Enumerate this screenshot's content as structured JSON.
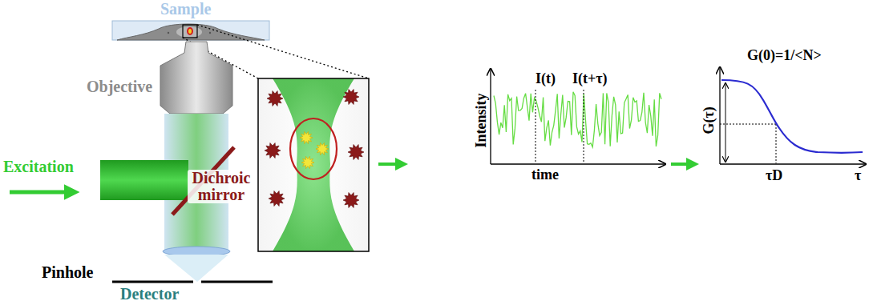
{
  "diagram": {
    "labels": [
      "Sample",
      "Objective",
      "Excitation",
      "Dichroic mirror",
      "Pinhole",
      "Detector",
      "I(t)",
      "I(t+τ)",
      "Intensity",
      "time",
      "G(0)=1/<N>",
      "G(τ)",
      "τD",
      "τ"
    ]
  }
}
